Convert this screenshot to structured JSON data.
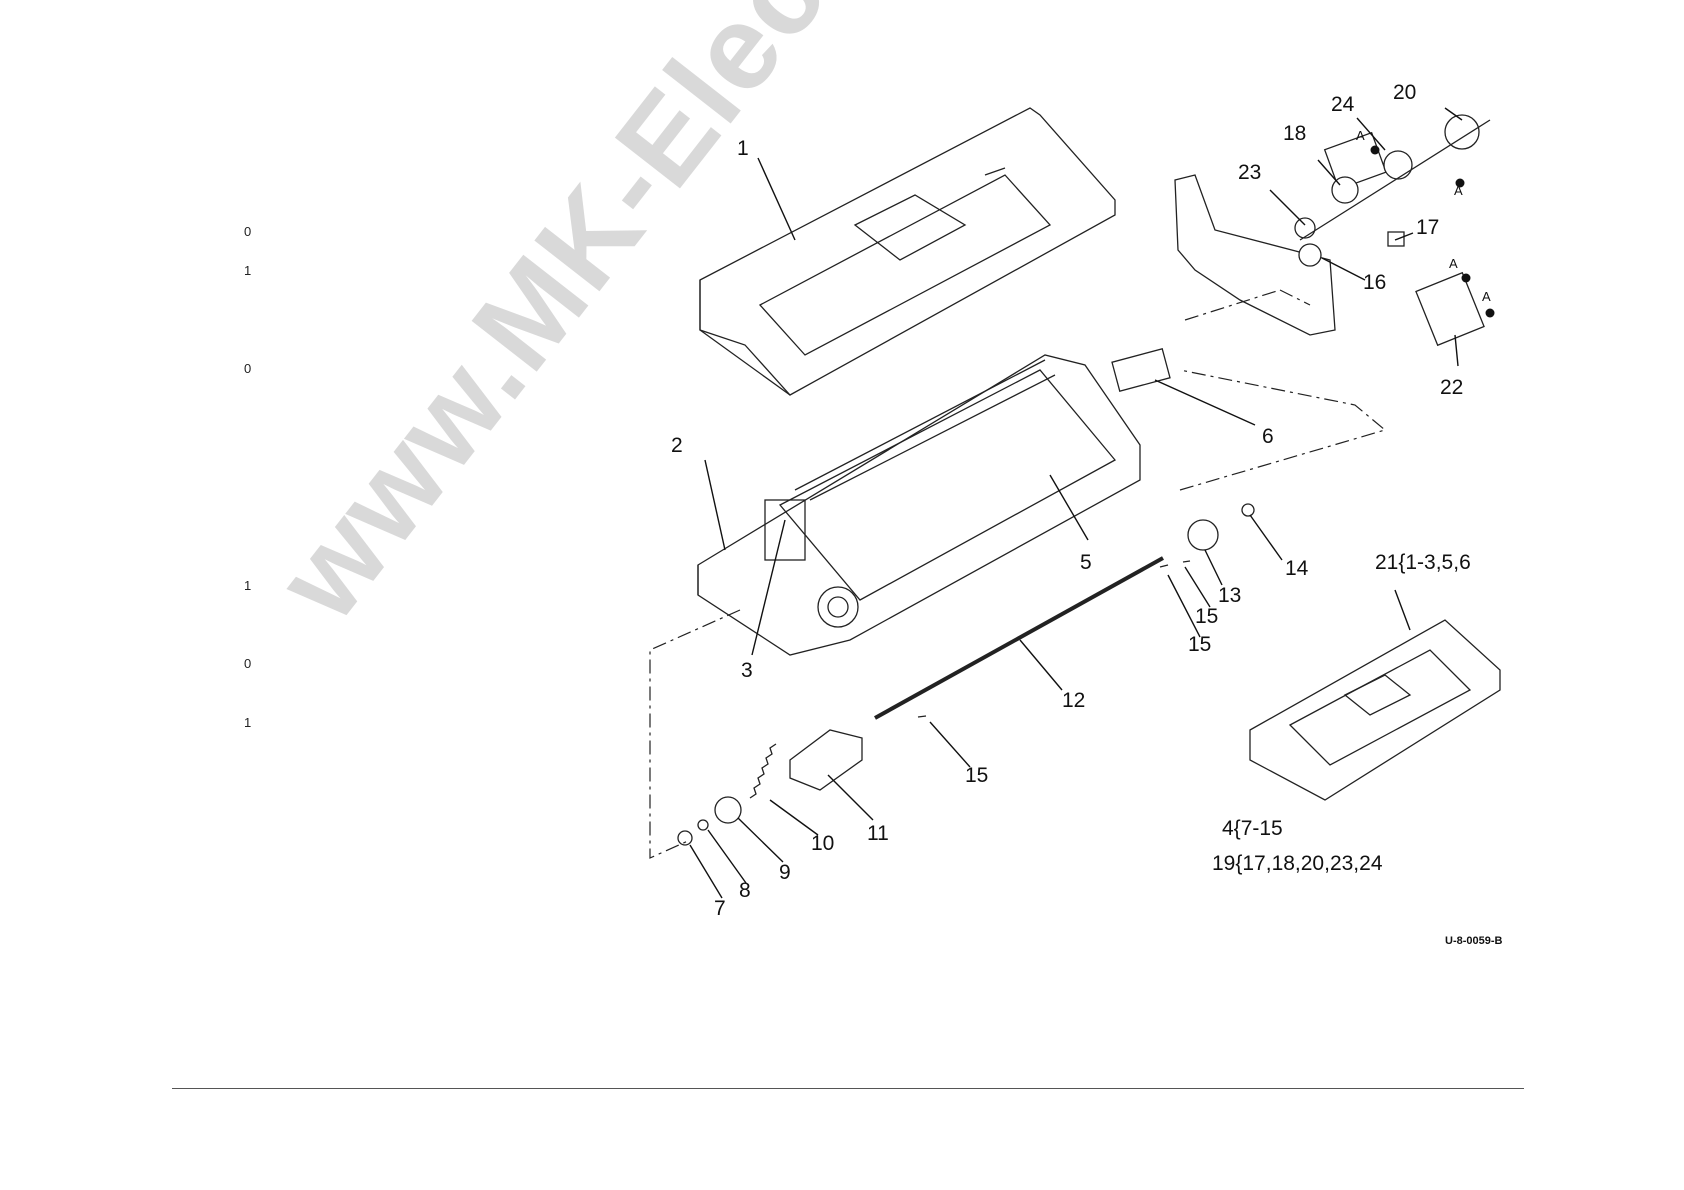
{
  "margin_marks": [
    "0",
    "1",
    "0",
    "1",
    "0",
    "1"
  ],
  "callouts": {
    "c1": "1",
    "c2": "2",
    "c3": "3",
    "c5": "5",
    "c6": "6",
    "c7": "7",
    "c8": "8",
    "c9": "9",
    "c10": "10",
    "c11": "11",
    "c12": "12",
    "c13": "13",
    "c14": "14",
    "c15a": "15",
    "c15b": "15",
    "c15c": "15",
    "c16": "16",
    "c17": "17",
    "c18": "18",
    "c20": "20",
    "c22": "22",
    "c23": "23",
    "c24": "24"
  },
  "markers": {
    "a1": "A",
    "a2": "A",
    "a3": "A",
    "a4": "A"
  },
  "group_notes": {
    "n21": "21{1-3,5,6",
    "n4": "4{7-15",
    "n19": "19{17,18,20,23,24"
  },
  "doc_code": "U-8-0059-B",
  "watermark": "www.MK-Electronic.de"
}
